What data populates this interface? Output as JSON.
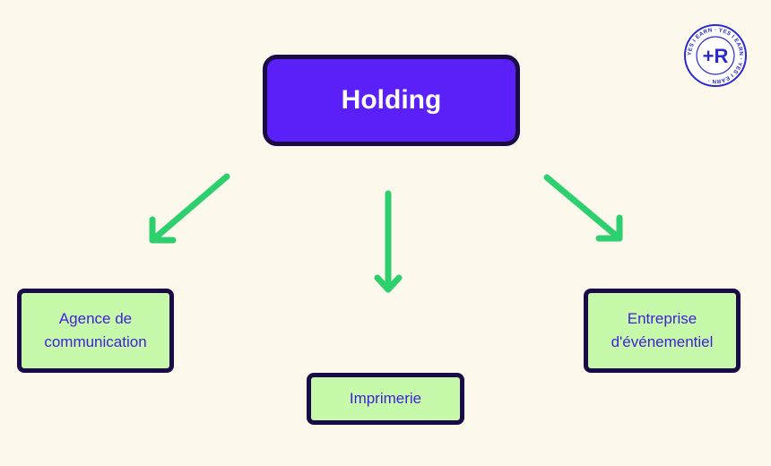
{
  "diagram": {
    "root": {
      "label": "Holding"
    },
    "children": [
      {
        "label": "Agence de\ncommunication"
      },
      {
        "label": "Imprimerie"
      },
      {
        "label": "Entreprise\nd'événementiel"
      }
    ]
  },
  "logo": {
    "ring_text": "YES I EARN · YES I EARN · YES I EARN ·",
    "mark": "+R"
  },
  "colors": {
    "background": "#fdf8ec",
    "root_fill": "#5b1ff8",
    "child_fill": "#c6f9a9",
    "border": "#1a0a47",
    "arrow": "#2dcf6e",
    "child_text": "#3f1fd9"
  }
}
